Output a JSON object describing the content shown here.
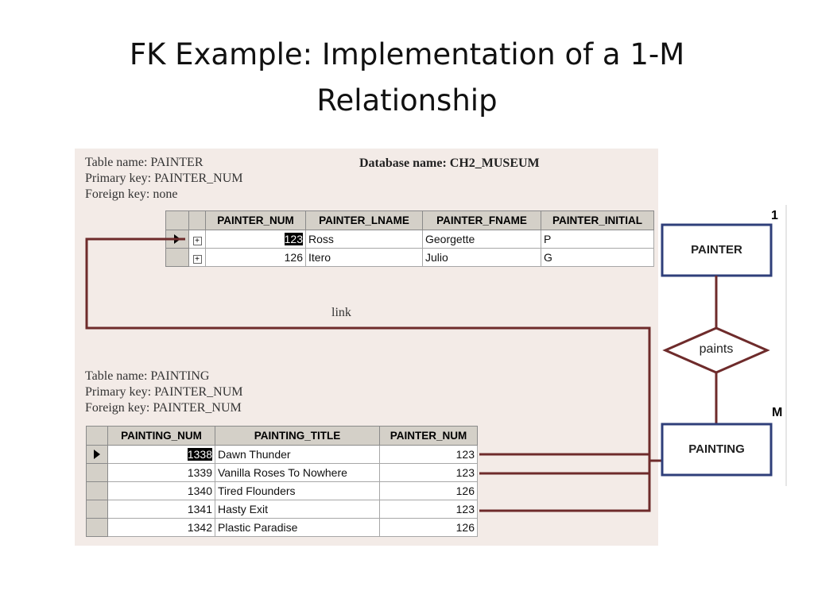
{
  "title": {
    "line1": "FK Example: Implementation of a 1-M",
    "line2": "Relationship"
  },
  "database_name": "Database name: CH2_MUSEUM",
  "painter_table": {
    "name_line": "Table name: PAINTER",
    "pk_line": "Primary key: PAINTER_NUM",
    "fk_line": "Foreign key: none",
    "columns": [
      "PAINTER_NUM",
      "PAINTER_LNAME",
      "PAINTER_FNAME",
      "PAINTER_INITIAL"
    ],
    "rows": [
      {
        "num": "123",
        "lname": "Ross",
        "fname": "Georgette",
        "initial": "P"
      },
      {
        "num": "126",
        "lname": "Itero",
        "fname": "Julio",
        "initial": "G"
      }
    ]
  },
  "link_label": "link",
  "painting_table": {
    "name_line": "Table name: PAINTING",
    "pk_line": "Primary key: PAINTER_NUM",
    "fk_line": "Foreign key: PAINTER_NUM",
    "columns": [
      "PAINTING_NUM",
      "PAINTING_TITLE",
      "PAINTER_NUM"
    ],
    "rows": [
      {
        "num": "1338",
        "title": "Dawn Thunder",
        "painter": "123"
      },
      {
        "num": "1339",
        "title": "Vanilla Roses To Nowhere",
        "painter": "123"
      },
      {
        "num": "1340",
        "title": "Tired Flounders",
        "painter": "126"
      },
      {
        "num": "1341",
        "title": "Hasty Exit",
        "painter": "123"
      },
      {
        "num": "1342",
        "title": "Plastic Paradise",
        "painter": "126"
      }
    ]
  },
  "er_diagram": {
    "entity_top": "PAINTER",
    "relationship": "paints",
    "entity_bottom": "PAINTING",
    "card_top": "1",
    "card_bottom": "M"
  },
  "colors": {
    "link_line": "#6e2b2b",
    "entity_border": "#2f3f7a",
    "relationship_border": "#6e2b2b",
    "panel_background": "#f3ebe7"
  }
}
